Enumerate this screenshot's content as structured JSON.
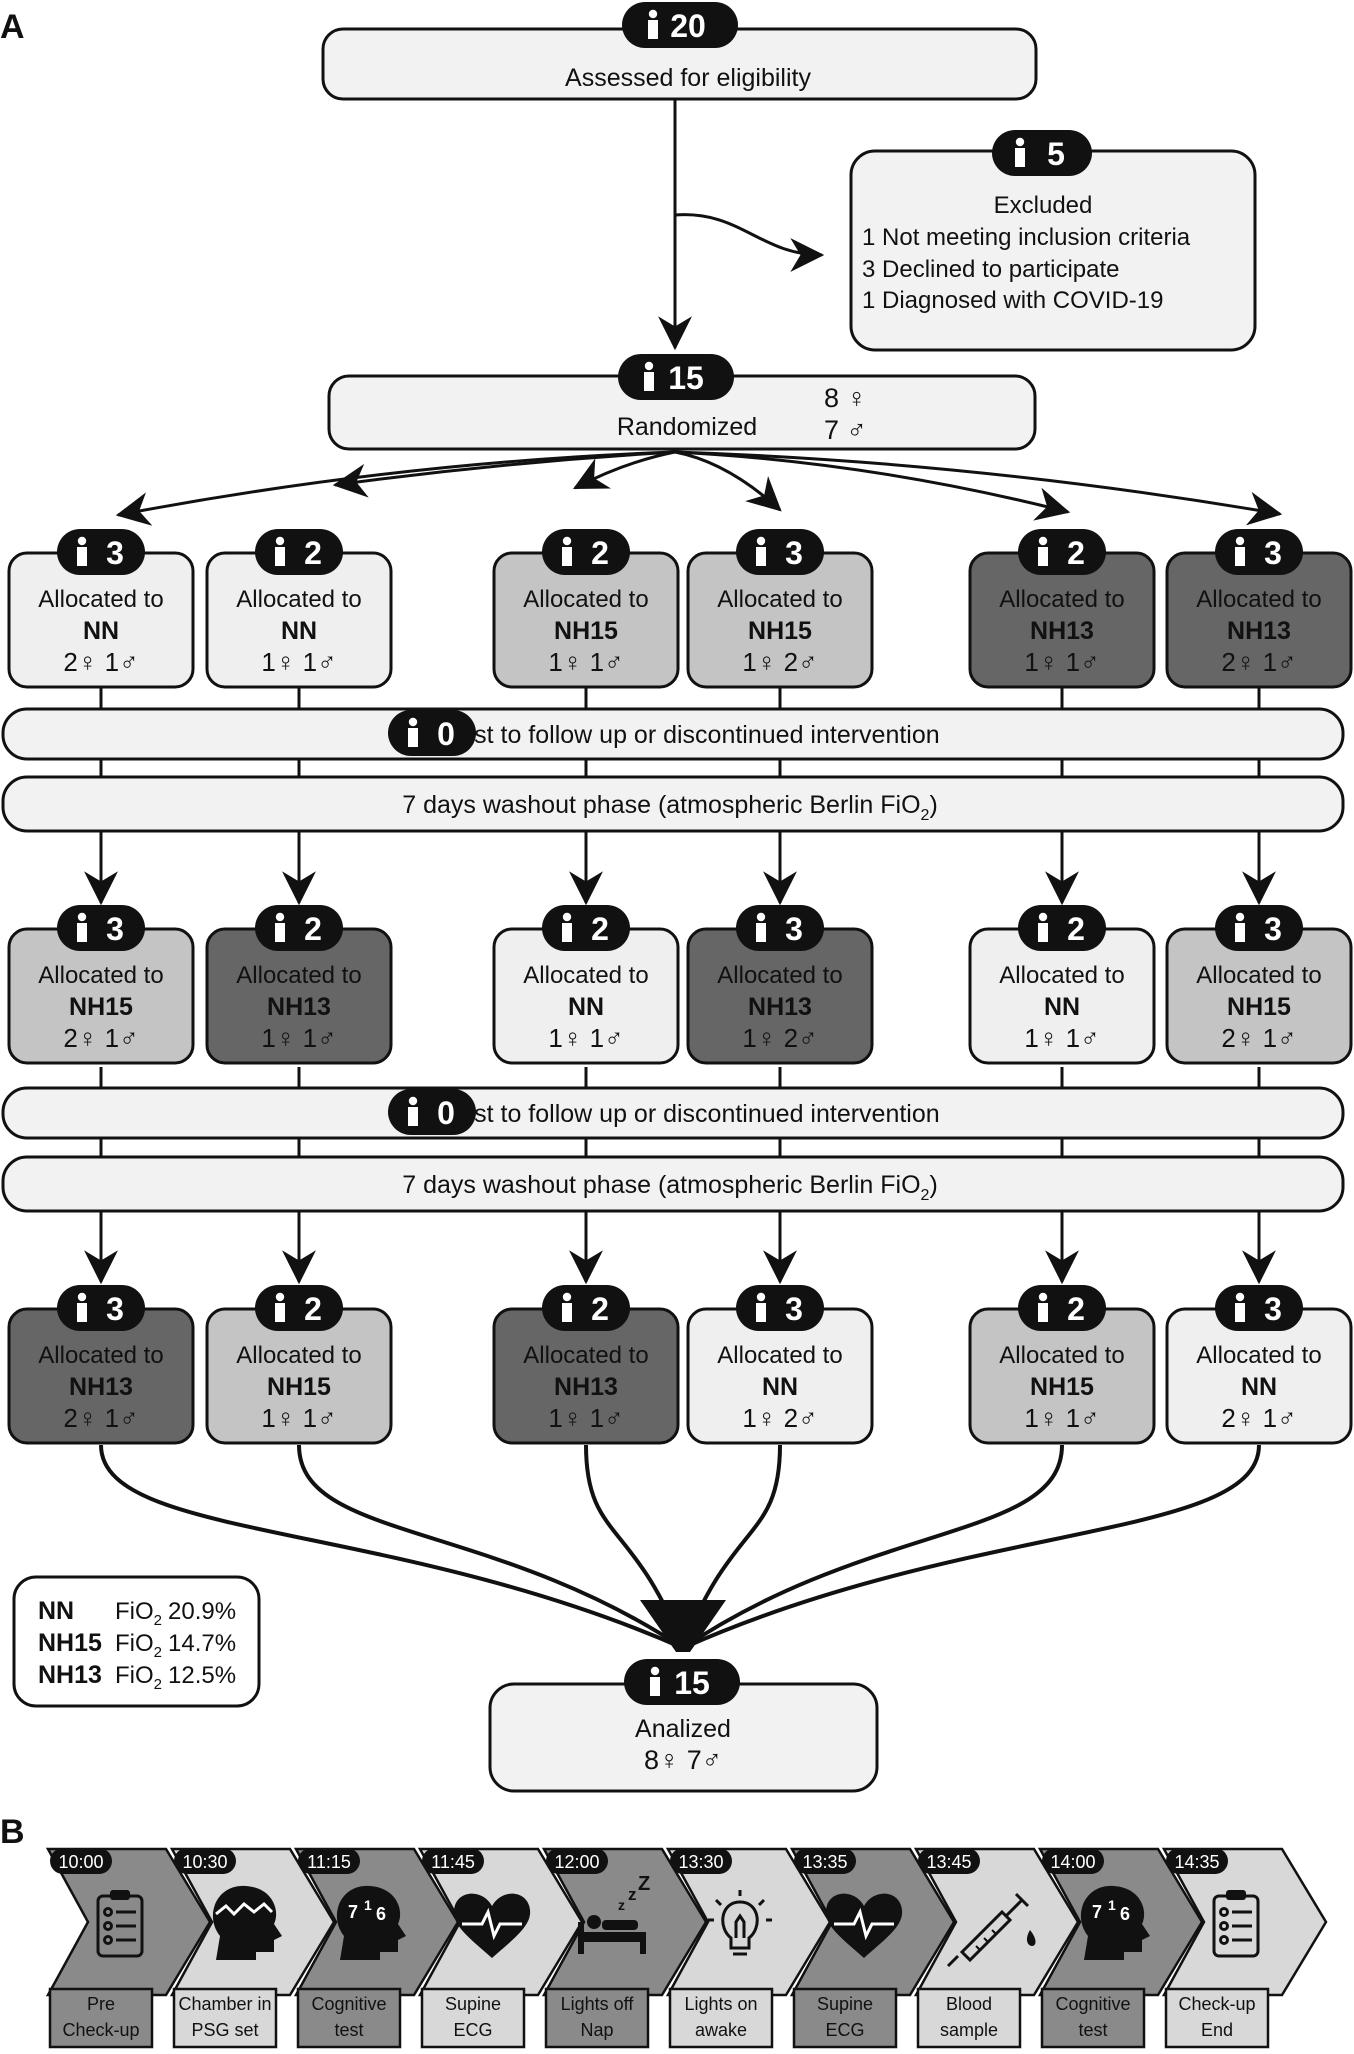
{
  "panel_a_label": "A",
  "panel_b_label": "B",
  "assessed": {
    "count": "20",
    "label": "Assessed for eligibility"
  },
  "excluded": {
    "count": "5",
    "title": "Excluded",
    "reasons": [
      "1 Not meeting inclusion criteria",
      "3 Declined to participate",
      "1 Diagnosed with COVID-19"
    ]
  },
  "randomized": {
    "count": "15",
    "label": "Randomized",
    "female": "8 ♀",
    "male": "7 ♂"
  },
  "allocated_prefix": "Allocated to",
  "rows": [
    [
      {
        "count": "3",
        "group": "NN",
        "sex": "2♀  1♂"
      },
      {
        "count": "2",
        "group": "NN",
        "sex": "1♀  1♂"
      },
      {
        "count": "2",
        "group": "NH15",
        "sex": "1♀  1♂"
      },
      {
        "count": "3",
        "group": "NH15",
        "sex": "1♀  2♂"
      },
      {
        "count": "2",
        "group": "NH13",
        "sex": "1♀  1♂"
      },
      {
        "count": "3",
        "group": "NH13",
        "sex": "2♀  1♂"
      }
    ],
    [
      {
        "count": "3",
        "group": "NH15",
        "sex": "2♀  1♂"
      },
      {
        "count": "2",
        "group": "NH13",
        "sex": "1♀  1♂"
      },
      {
        "count": "2",
        "group": "NN",
        "sex": "1♀  1♂"
      },
      {
        "count": "3",
        "group": "NH13",
        "sex": "1♀  2♂"
      },
      {
        "count": "2",
        "group": "NN",
        "sex": "1♀  1♂"
      },
      {
        "count": "3",
        "group": "NH15",
        "sex": "2♀  1♂"
      }
    ],
    [
      {
        "count": "3",
        "group": "NH13",
        "sex": "2♀  1♂"
      },
      {
        "count": "2",
        "group": "NH15",
        "sex": "1♀  1♂"
      },
      {
        "count": "2",
        "group": "NH13",
        "sex": "1♀  1♂"
      },
      {
        "count": "3",
        "group": "NN",
        "sex": "1♀  2♂"
      },
      {
        "count": "2",
        "group": "NH15",
        "sex": "1♀  1♂"
      },
      {
        "count": "3",
        "group": "NN",
        "sex": "2♀  1♂"
      }
    ]
  ],
  "lost": {
    "count": "0",
    "label": "Lost to follow up or discontinued intervention"
  },
  "washout": {
    "label": "7 days washout phase (atmospheric Berlin FiO",
    "sub": "2",
    "close": ")"
  },
  "analyzed": {
    "count": "15",
    "label": "Analized",
    "sex": "8♀  7♂"
  },
  "legend": [
    {
      "group": "NN",
      "fio": "FiO",
      "sub": "2",
      "value": "20.9%"
    },
    {
      "group": "NH15",
      "fio": "FiO",
      "sub": "2",
      "value": "14.7%"
    },
    {
      "group": "NH13",
      "fio": "FiO",
      "sub": "2",
      "value": "12.5%"
    }
  ],
  "colors": {
    "NN": "#efefef",
    "NH15": "#c4c4c4",
    "NH13": "#666666"
  },
  "timeline": [
    {
      "time": "10:00",
      "line1": "Pre",
      "line2": "Check-up",
      "icon": "clipboard-icon",
      "shade": "#8a8a8a"
    },
    {
      "time": "10:30",
      "line1": "Chamber in",
      "line2": "PSG set",
      "icon": "head-electrodes-icon",
      "shade": "#d8d8d8"
    },
    {
      "time": "11:15",
      "line1": "Cognitive",
      "line2": "test",
      "icon": "head-numbers-icon",
      "shade": "#8a8a8a"
    },
    {
      "time": "11:45",
      "line1": "Supine",
      "line2": "ECG",
      "icon": "heart-ecg-icon",
      "shade": "#d8d8d8"
    },
    {
      "time": "12:00",
      "line1": "Lights off",
      "line2": "Nap",
      "icon": "sleeping-person-icon",
      "shade": "#8a8a8a"
    },
    {
      "time": "13:30",
      "line1": "Lights on",
      "line2": "awake",
      "icon": "light-bulb-icon",
      "shade": "#d8d8d8"
    },
    {
      "time": "13:35",
      "line1": "Supine",
      "line2": "ECG",
      "icon": "heart-ecg-icon",
      "shade": "#8a8a8a"
    },
    {
      "time": "13:45",
      "line1": "Blood",
      "line2": "sample",
      "icon": "syringe-icon",
      "shade": "#d8d8d8"
    },
    {
      "time": "14:00",
      "line1": "Cognitive",
      "line2": "test",
      "icon": "head-numbers-icon",
      "shade": "#8a8a8a"
    },
    {
      "time": "14:35",
      "line1": "Check-up",
      "line2": "End",
      "icon": "clipboard-icon",
      "shade": "#d8d8d8"
    }
  ]
}
